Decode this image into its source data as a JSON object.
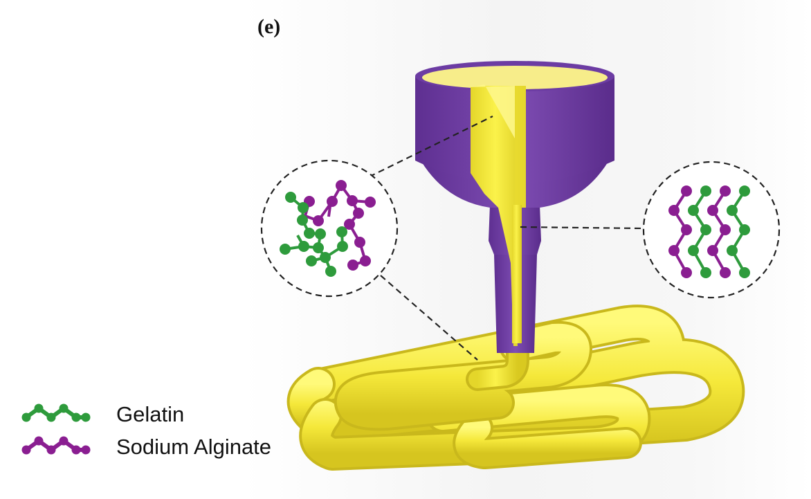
{
  "panel_label": "(e)",
  "legend": {
    "gelatin": "Gelatin",
    "alginate": "Sodium Alginate"
  },
  "colors": {
    "gelatin": "#2e9b3c",
    "alginate": "#8a1e91",
    "ink": "#f2e83a",
    "barrel": "#7a49ad",
    "background": "#ffffff"
  }
}
